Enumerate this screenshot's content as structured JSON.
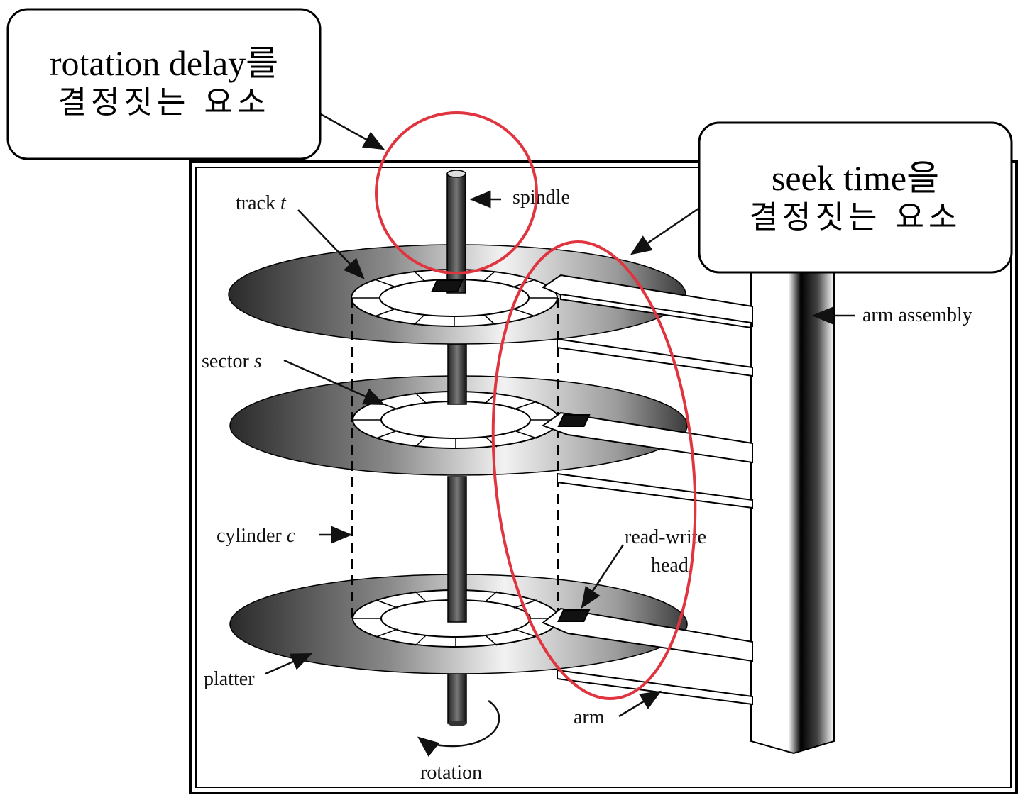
{
  "callouts": {
    "rotation": {
      "line1": "rotation delay를",
      "line2": "결정짓는 요소"
    },
    "seek": {
      "line1": "seek time을",
      "line2": "결정짓는 요소"
    }
  },
  "labels": {
    "track": "track",
    "track_var": "t",
    "spindle": "spindle",
    "sector": "sector",
    "sector_var": "s",
    "cylinder": "cylinder",
    "cylinder_var": "c",
    "arm_assembly": "arm assembly",
    "read_write_1": "read-write",
    "read_write_2": "head",
    "platter": "platter",
    "arm": "arm",
    "rotation": "rotation"
  },
  "colors": {
    "highlight": "#e0343f",
    "ink": "#111111"
  }
}
